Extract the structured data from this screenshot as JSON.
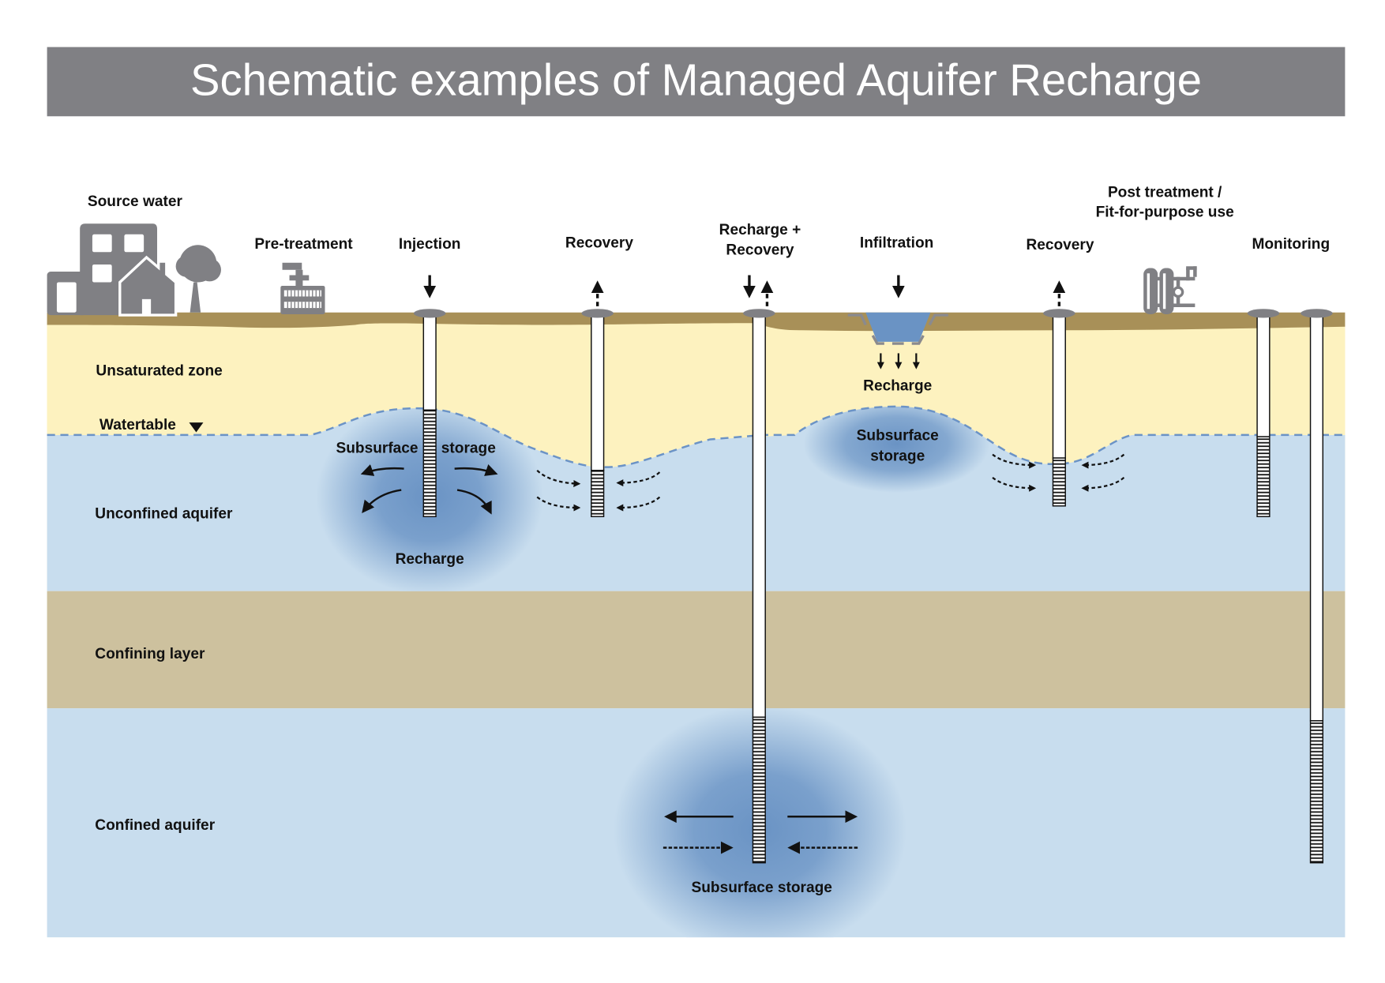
{
  "title": "Schematic examples of Managed Aquifer Recharge",
  "colors": {
    "title_bar": "#808084",
    "ground_surface": "#a89058",
    "unsaturated_zone": "#fdf2bf",
    "unconfined_aquifer": "#c8ddee",
    "confining_layer": "#cdc19e",
    "confined_aquifer": "#c8ddee",
    "storage_plume": "#6a93c4",
    "watertable_line": "#6b93c6",
    "icon_gray": "#808084",
    "basin_water": "#6a93c4"
  },
  "top_labels": {
    "source_water": "Source water",
    "pre_treatment": "Pre-treatment",
    "injection": "Injection",
    "recovery_1": "Recovery",
    "recharge_recovery_line1": "Recharge +",
    "recharge_recovery_line2": "Recovery",
    "infiltration": "Infiltration",
    "recovery_2": "Recovery",
    "post_treatment_line1": "Post treatment /",
    "post_treatment_line2": "Fit-for-purpose use",
    "monitoring": "Monitoring"
  },
  "layer_labels": {
    "unsaturated_zone": "Unsaturated zone",
    "watertable": "Watertable",
    "unconfined_aquifer": "Unconfined aquifer",
    "confining_layer": "Confining layer",
    "confined_aquifer": "Confined aquifer"
  },
  "annotations": {
    "injection_storage_left": "Subsurface",
    "injection_storage_right": "storage",
    "injection_recharge": "Recharge",
    "infiltration_recharge": "Recharge",
    "infiltration_storage_line1": "Subsurface",
    "infiltration_storage_line2": "storage",
    "confined_storage": "Subsurface storage"
  },
  "icons": [
    "buildings-house-tree-icon",
    "pre-treatment-plant-icon",
    "post-treatment-tanks-tap-icon",
    "watertable-triangle-icon"
  ]
}
